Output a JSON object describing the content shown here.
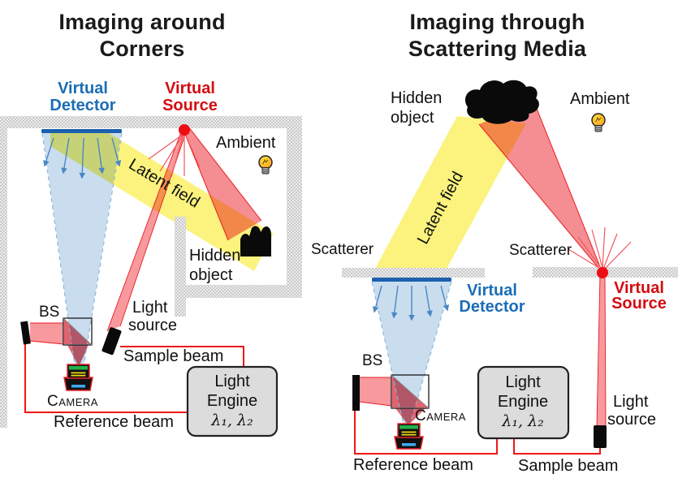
{
  "left": {
    "title1": "Imaging around",
    "title2": "Corners",
    "virtual_detector1": "Virtual",
    "virtual_detector2": "Detector",
    "virtual_source1": "Virtual",
    "virtual_source2": "Source",
    "ambient": "Ambient",
    "latent_field": "Latent field",
    "hidden1": "Hidden",
    "hidden2": "object",
    "light_source1": "Light",
    "light_source2": "source",
    "bs": "BS",
    "sample_beam": "Sample beam",
    "camera": "Camera",
    "reference_beam": "Reference beam",
    "engine1": "Light",
    "engine2": "Engine",
    "engine_lambdas": "λ₁, λ₂"
  },
  "right": {
    "title1": "Imaging through",
    "title2": "Scattering Media",
    "hidden1": "Hidden",
    "hidden2": "object",
    "ambient": "Ambient",
    "latent_field": "Latent field",
    "scatterer_left": "Scatterer",
    "scatterer_right": "Scatterer",
    "virtual_detector1": "Virtual",
    "virtual_detector2": "Detector",
    "virtual_source1": "Virtual",
    "virtual_source2": "Source",
    "bs": "BS",
    "camera": "Camera",
    "light_source1": "Light",
    "light_source2": "source",
    "reference_beam": "Reference beam",
    "sample_beam": "Sample beam",
    "engine1": "Light",
    "engine2": "Engine",
    "engine_lambdas": "λ₁, λ₂"
  },
  "colors": {
    "virtual_detector_blue": "#1b6db6",
    "virtual_source_red": "#d40d12",
    "detector_bar_blue": "#1c60ae",
    "beam_edge_red": "#ea1c24",
    "beam_pink": "#f7999d",
    "latent_yellow": "#fbf37d",
    "cone_blue": "#c9ddee",
    "wall_gray": "#c9c9c9",
    "wire_red": "#f01616",
    "engine_box_fill": "#dcdcdc"
  }
}
